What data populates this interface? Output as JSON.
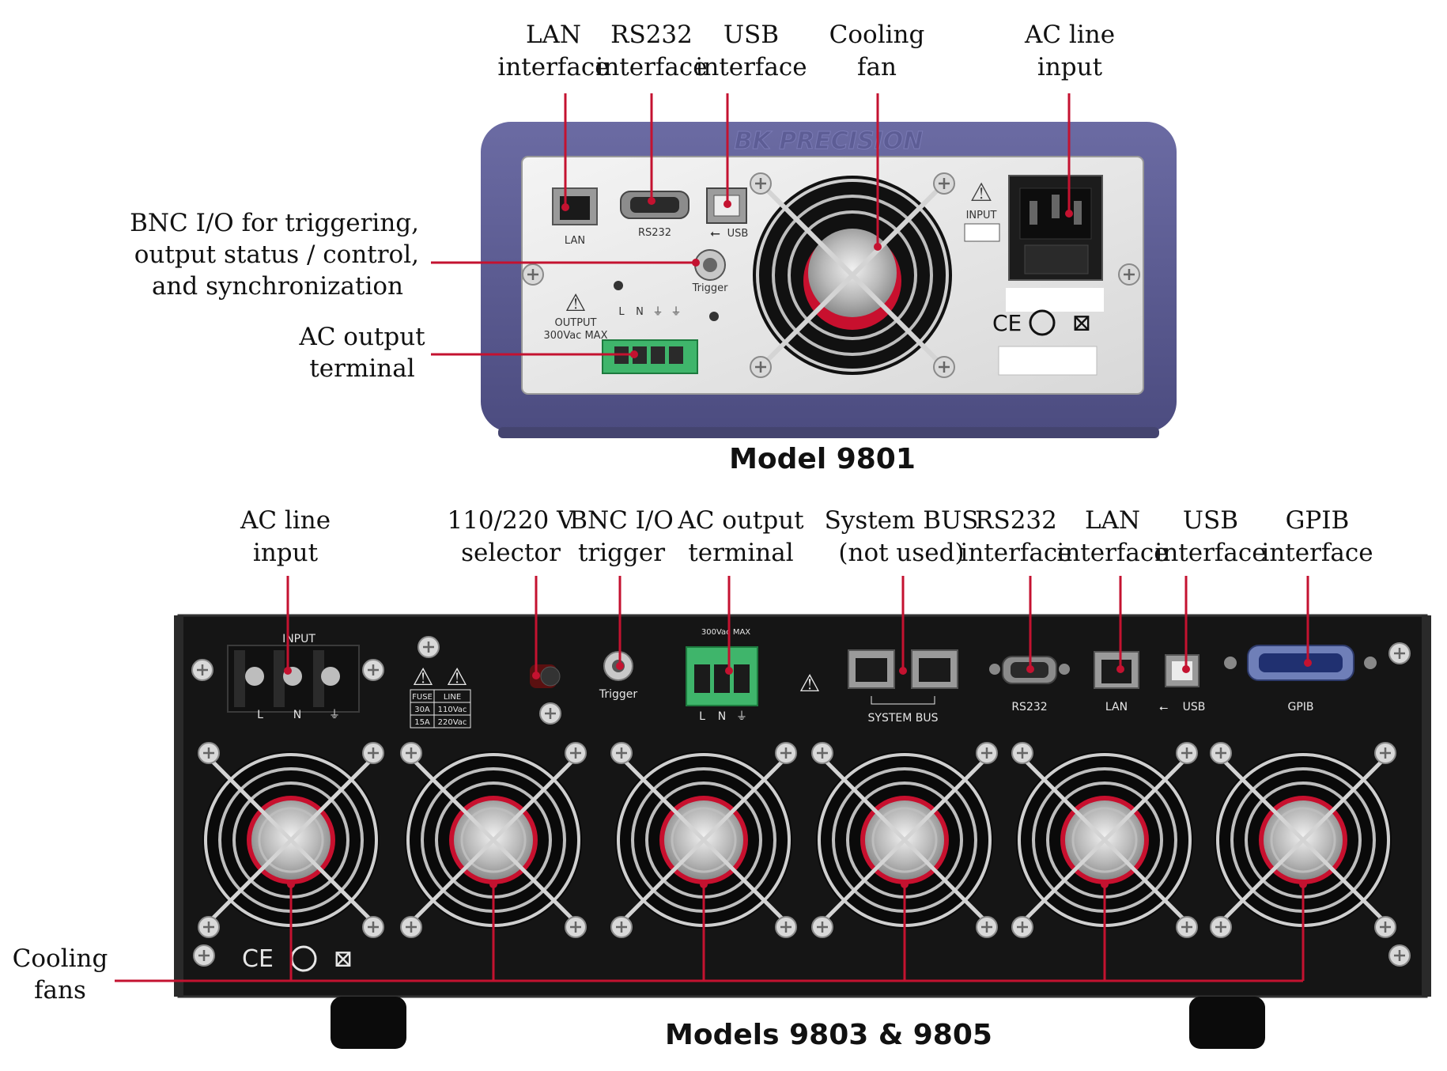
{
  "colors": {
    "leader": "#c41230",
    "bezel": "#5a5a90",
    "chassis": "#151515",
    "panel": "#e8e8e8"
  },
  "model_9801": {
    "title": "Model 9801",
    "brand": "BK PRECISION",
    "callouts": {
      "lan": [
        "LAN",
        "interface"
      ],
      "rs232": [
        "RS232",
        "interface"
      ],
      "usb": [
        "USB",
        "interface"
      ],
      "fan": [
        "Cooling",
        "fan"
      ],
      "ac_in": [
        "AC line",
        "input"
      ],
      "bnc": [
        "BNC I/O for triggering,",
        "output status / control,",
        "and synchronization"
      ],
      "ac_out": [
        "AC output",
        "terminal"
      ]
    },
    "panel_labels": {
      "lan": "LAN",
      "rs232": "RS232",
      "usb": "USB",
      "trigger": "Trigger",
      "output": "OUTPUT",
      "output_max": "300Vac MAX",
      "input": "INPUT",
      "terminals": [
        "L",
        "N",
        "⏚",
        "⏚"
      ]
    }
  },
  "model_9803": {
    "title": "Models 9803 & 9805",
    "callouts": {
      "ac_in": [
        "AC line",
        "input"
      ],
      "selector": [
        "110/220 V",
        "selector"
      ],
      "bnc": [
        "BNC I/O",
        "trigger"
      ],
      "ac_out": [
        "AC output",
        "terminal"
      ],
      "sysbus": [
        "System BUS",
        "(not used)"
      ],
      "rs232": [
        "RS232",
        "interface"
      ],
      "lan": [
        "LAN",
        "interface"
      ],
      "usb": [
        "USB",
        "interface"
      ],
      "gpib": [
        "GPIB",
        "interface"
      ],
      "fans": [
        "Cooling",
        "fans"
      ]
    },
    "panel_labels": {
      "input": "INPUT",
      "trigger": "Trigger",
      "output_max": "300Vac MAX",
      "system_bus": "SYSTEM BUS",
      "rs232": "RS232",
      "lan": "LAN",
      "usb": "USB",
      "gpib": "GPIB",
      "input_terminals": [
        "L",
        "N",
        "⏚"
      ],
      "output_terminals": [
        "L",
        "N",
        "⏚"
      ],
      "fuse_table": [
        [
          "FUSE",
          "LINE"
        ],
        [
          "30A",
          "110Vac"
        ],
        [
          "15A",
          "220Vac"
        ]
      ]
    }
  }
}
